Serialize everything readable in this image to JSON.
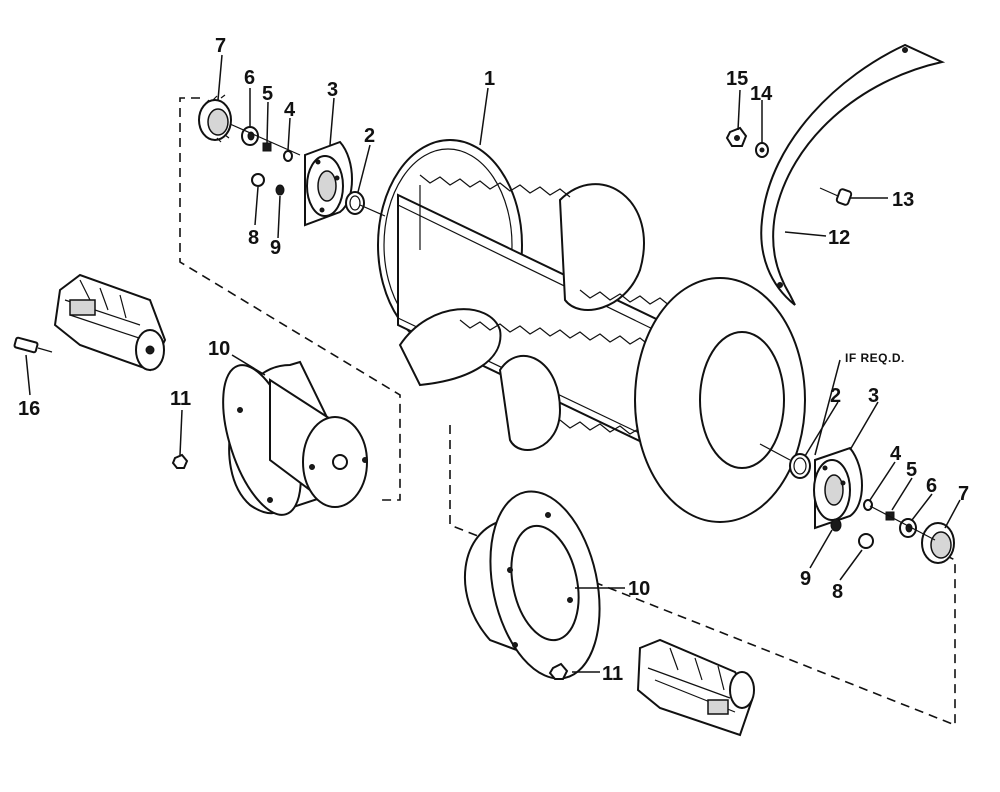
{
  "diagram": {
    "note": "IF REQ.D.",
    "labels": {
      "c1": "1",
      "c2a": "2",
      "c3a": "3",
      "c4a": "4",
      "c5a": "5",
      "c6a": "6",
      "c7a": "7",
      "c8a": "8",
      "c9a": "9",
      "c10a": "10",
      "c11a": "11",
      "c12": "12",
      "c13": "13",
      "c14": "14",
      "c15": "15",
      "c16": "16",
      "c2b": "2",
      "c3b": "3",
      "c4b": "4",
      "c5b": "5",
      "c6b": "6",
      "c7b": "7",
      "c8b": "8",
      "c9b": "9",
      "c10b": "10",
      "c11b": "11"
    }
  }
}
